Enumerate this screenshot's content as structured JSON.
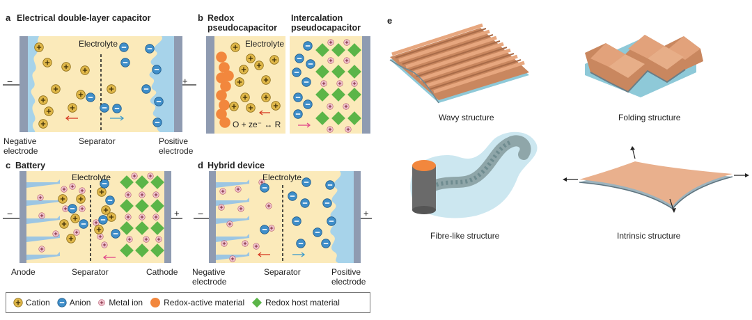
{
  "panels": {
    "a": {
      "letter": "a",
      "title": "Electrical double-layer capacitor",
      "electrolyte": "Electrolyte",
      "left_caption": "Negative\nelectrode",
      "mid_caption": "Separator",
      "right_caption": "Positive\nelectrode"
    },
    "b": {
      "letter": "b",
      "title_left": "Redox\npseudocapacitor",
      "title_right": "Intercalation\npseudocapacitor",
      "electrolyte": "Electrolyte",
      "reaction": "O + ze⁻ ↔ R"
    },
    "c": {
      "letter": "c",
      "title": "Battery",
      "electrolyte": "Electrolyte",
      "left_caption": "Anode",
      "mid_caption": "Separator",
      "right_caption": "Cathode"
    },
    "d": {
      "letter": "d",
      "title": "Hybrid device",
      "electrolyte": "Electrolyte",
      "left_caption": "Negative\nelectrode",
      "mid_caption": "Separator",
      "right_caption": "Positive\nelectrode"
    },
    "e": {
      "letter": "e",
      "wavy": "Wavy structure",
      "folding": "Folding structure",
      "fibre": "Fibre-like structure",
      "intrinsic": "Intrinsic structure"
    }
  },
  "terminals": {
    "minus": "−",
    "plus": "+"
  },
  "legend": [
    {
      "icon": "cation-icon",
      "label": "Cation"
    },
    {
      "icon": "anion-icon",
      "label": "Anion"
    },
    {
      "icon": "metal-ion-icon",
      "label": "Metal ion"
    },
    {
      "icon": "redox-active-material-icon",
      "label": "Redox-active material"
    },
    {
      "icon": "redox-host-material-icon",
      "label": "Redox host material"
    }
  ],
  "colors": {
    "electrolyte": "#fbeaba",
    "electrode": "#8f9bb1",
    "cation": "#e0b84a",
    "anion": "#3f8ec9",
    "metal_ion": "#f0c4cf",
    "redox_active": "#f2873d",
    "redox_host": "#5bb548",
    "surface": "#a7d3ea",
    "film": "#e2a27b"
  }
}
